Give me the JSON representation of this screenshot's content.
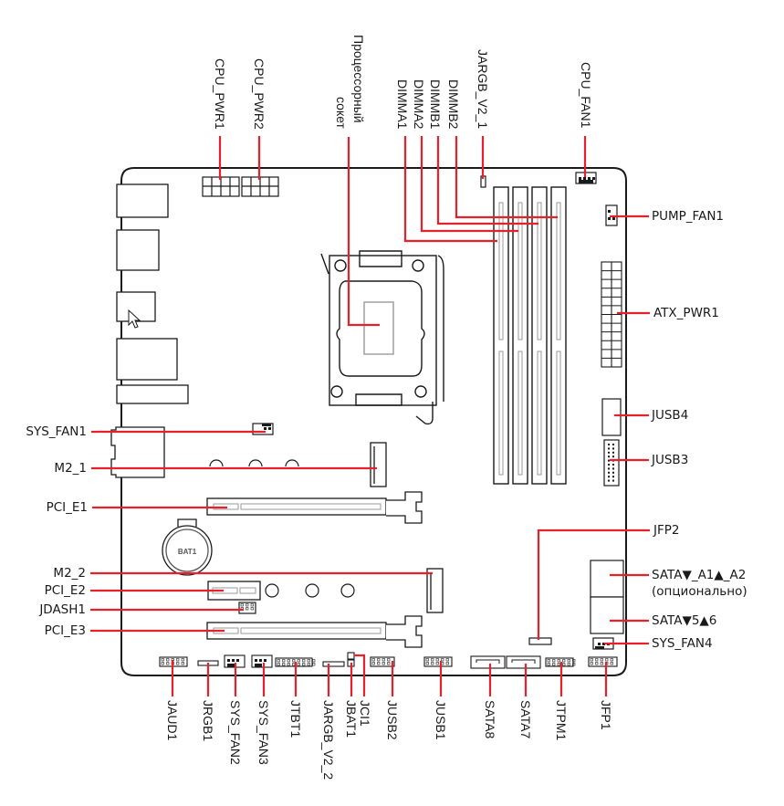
{
  "diagram": {
    "type": "motherboard-layout",
    "colors": {
      "leader": "#e8202a",
      "outline": "#1a1a1a",
      "inner": "#9a9a9a",
      "text": "#1a1a1a"
    },
    "top_labels": [
      {
        "id": "cpu_pwr1",
        "text": "CPU_PWR1"
      },
      {
        "id": "cpu_pwr2",
        "text": "CPU_PWR2"
      },
      {
        "id": "socket",
        "text": "Процессорный",
        "text2": "сокет"
      },
      {
        "id": "dimma1",
        "text": "DIMMA1"
      },
      {
        "id": "dimma2",
        "text": "DIMMA2"
      },
      {
        "id": "dimmb1",
        "text": "DIMMB1"
      },
      {
        "id": "dimmb2",
        "text": "DIMMB2"
      },
      {
        "id": "jargb_v2_1",
        "text": "JARGB_V2_1"
      },
      {
        "id": "cpu_fan1",
        "text": "CPU_FAN1"
      }
    ],
    "right_labels": [
      {
        "id": "pump_fan1",
        "text": "PUMP_FAN1"
      },
      {
        "id": "atx_pwr1",
        "text": "ATX_PWR1"
      },
      {
        "id": "jusb4",
        "text": "JUSB4"
      },
      {
        "id": "jusb3",
        "text": "JUSB3"
      },
      {
        "id": "jfp2",
        "text": "JFP2"
      },
      {
        "id": "sata_a1_a2",
        "text": "SATA▼_A1▲_A2",
        "note": "(опционально)"
      },
      {
        "id": "sata56",
        "text": "SATA▼5▲6"
      },
      {
        "id": "sys_fan4",
        "text": "SYS_FAN4"
      }
    ],
    "left_labels": [
      {
        "id": "sys_fan1",
        "text": "SYS_FAN1"
      },
      {
        "id": "m2_1",
        "text": "M2_1"
      },
      {
        "id": "pci_e1",
        "text": "PCI_E1"
      },
      {
        "id": "m2_2",
        "text": "M2_2"
      },
      {
        "id": "pci_e2",
        "text": "PCI_E2"
      },
      {
        "id": "jdash1",
        "text": "JDASH1"
      },
      {
        "id": "pci_e3",
        "text": "PCI_E3"
      }
    ],
    "bottom_labels": [
      {
        "id": "jaud1",
        "text": "JAUD1"
      },
      {
        "id": "jrgb1",
        "text": "JRGB1"
      },
      {
        "id": "sys_fan2",
        "text": "SYS_FAN2"
      },
      {
        "id": "sys_fan3",
        "text": "SYS_FAN3"
      },
      {
        "id": "jtbt1",
        "text": "JTBT1"
      },
      {
        "id": "jargb_v2_2",
        "text": "JARGB_V2_2"
      },
      {
        "id": "jbat1",
        "text": "JBAT1"
      },
      {
        "id": "jci1",
        "text": "JCI1"
      },
      {
        "id": "jusb2",
        "text": "JUSB2"
      },
      {
        "id": "jusb1",
        "text": "JUSB1"
      },
      {
        "id": "sata8",
        "text": "SATA8"
      },
      {
        "id": "sata7",
        "text": "SATA7"
      },
      {
        "id": "jtpm1",
        "text": "JTPM1"
      },
      {
        "id": "jfp1",
        "text": "JFP1"
      }
    ],
    "battery_label": "BAT1"
  }
}
